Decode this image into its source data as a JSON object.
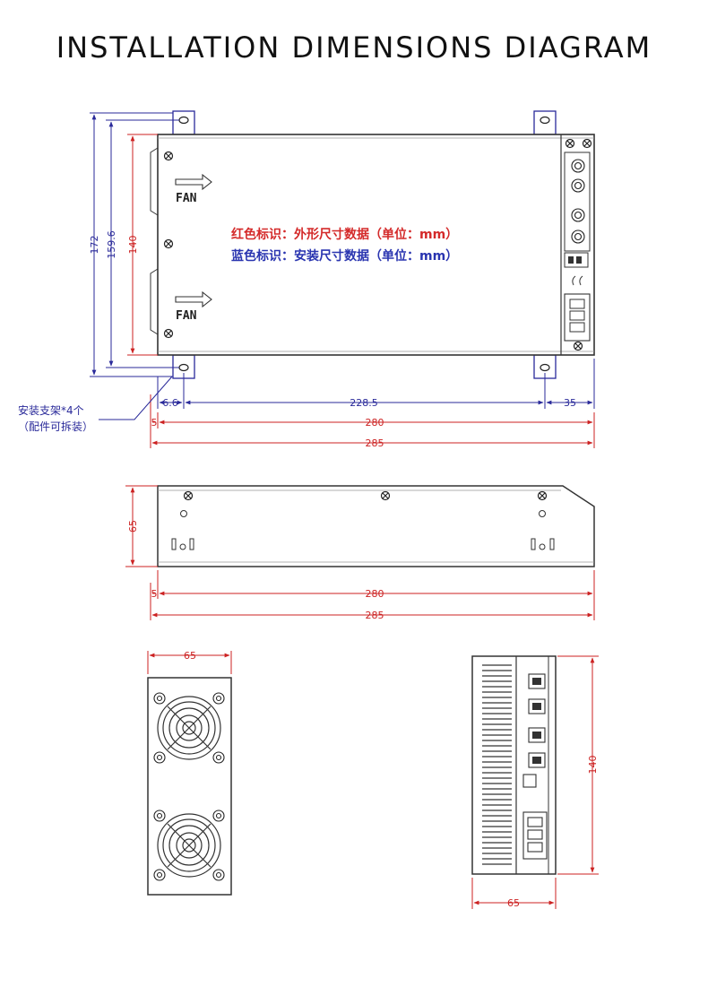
{
  "title": "INSTALLATION DIMENSIONS DIAGRAM",
  "legend": {
    "red": "红色标识：外形尺寸数据（单位：mm）",
    "blue": "蓝色标识：安装尺寸数据（单位：mm）"
  },
  "callout": {
    "line1": "安装支架*4个",
    "line2": "（配件可拆装）"
  },
  "fan_label": "FAN",
  "colors": {
    "outline": "#cc2222",
    "mount": "#2a2a9a",
    "body": "#333333"
  },
  "dims": {
    "top_view": {
      "h172": "172",
      "h159_6": "159.6",
      "h140": "140",
      "w6_6": "6.6",
      "w228_5": "228.5",
      "w35": "35",
      "w5": "5",
      "w280": "280",
      "w285": "285"
    },
    "side_view": {
      "h65": "65",
      "w5": "5",
      "w280": "280",
      "w285": "285"
    },
    "front_view": {
      "w65": "65"
    },
    "back_view": {
      "h140": "140",
      "w65": "65"
    }
  }
}
